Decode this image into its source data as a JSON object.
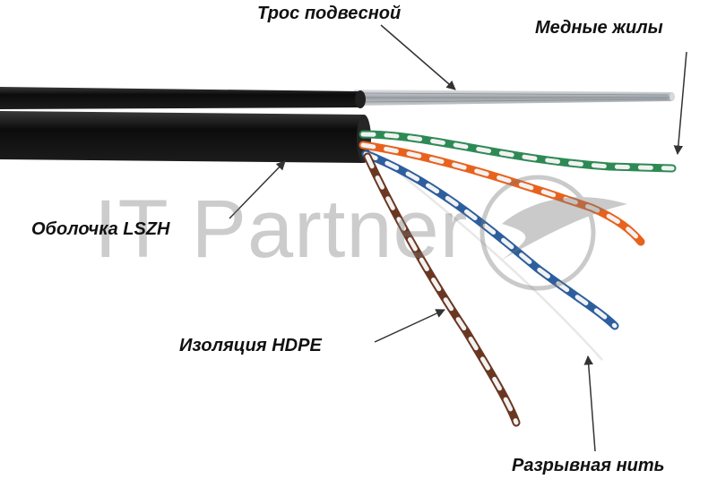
{
  "labels": {
    "rope": "Трос подвесной",
    "copper": "Медные жилы",
    "sheath": "Оболочка LSZH",
    "insulation": "Изоляция HDPE",
    "thread": "Разрывная нить"
  },
  "watermark": {
    "text": "IT Partner"
  },
  "colors": {
    "sheath": "#111111",
    "steel_wire": "#b8bcc0",
    "pair_green": "#2e8a55",
    "pair_orange": "#e8621e",
    "pair_blue": "#2d5e9e",
    "pair_brown": "#6a3722",
    "stripe_white": "#f2f2f2",
    "annotation_arrow": "#333333"
  }
}
